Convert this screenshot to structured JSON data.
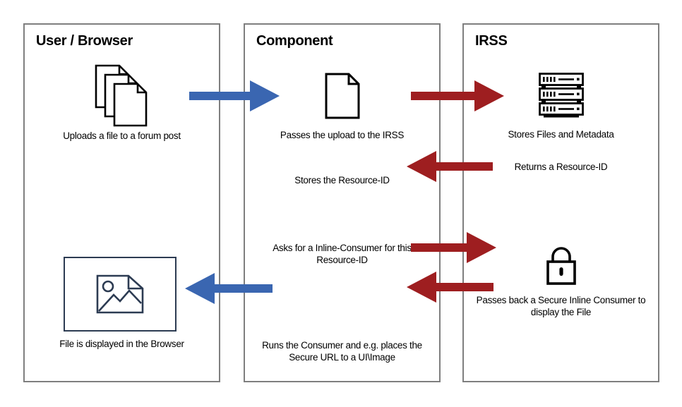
{
  "colors": {
    "arrow_blue": "#3A66B1",
    "arrow_red": "#9E1E20",
    "box_border": "#7F7F7F",
    "icon_ink": "#000000",
    "frame_navy": "#2C3B52"
  },
  "columns": {
    "user": {
      "title": "User / Browser",
      "upload_caption": "Uploads a file to a forum post",
      "display_caption": "File is displayed in the Browser",
      "icons": [
        "files-icon",
        "image-display-icon"
      ]
    },
    "component": {
      "title": "Component",
      "pass_caption": "Passes the upload to the IRSS",
      "store_caption": "Stores the Resource-ID",
      "ask_caption": "Asks for a Inline-Consumer for this Resource-ID",
      "run_caption": "Runs the Consumer and e.g. places the Secure URL to a UI\\Image",
      "icons": [
        "document-icon"
      ]
    },
    "irss": {
      "title": "IRSS",
      "store_caption": "Stores Files and Metadata",
      "return_caption": "Returns a Resource-ID",
      "passback_caption": "Passes back a Secure Inline Consumer to display the File",
      "icons": [
        "server-icon",
        "lock-icon"
      ]
    }
  },
  "flows": [
    {
      "from": "user",
      "to": "component",
      "color": "blue",
      "direction": "right"
    },
    {
      "from": "component",
      "to": "irss",
      "color": "red",
      "direction": "right"
    },
    {
      "from": "irss",
      "to": "component",
      "color": "red",
      "direction": "left"
    },
    {
      "from": "component",
      "to": "irss",
      "color": "red",
      "direction": "right"
    },
    {
      "from": "irss",
      "to": "component",
      "color": "red",
      "direction": "left"
    },
    {
      "from": "component",
      "to": "user",
      "color": "blue",
      "direction": "left"
    }
  ]
}
